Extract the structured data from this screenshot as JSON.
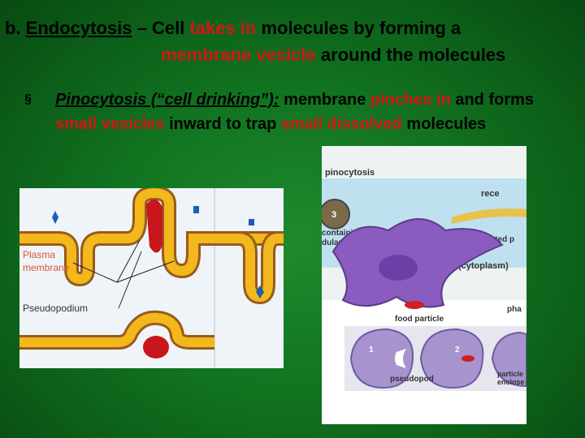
{
  "title": {
    "prefix": "b. ",
    "term": "Endocytosis",
    "dash_text": " – Cell ",
    "red1": "takes in",
    "mid": " molecules by forming a",
    "red2": "membrane vesicle",
    "end": " around the molecules"
  },
  "bullet": {
    "marker": "§",
    "term": "Pinocytosis (“cell drinking”):",
    "t1": "  membrane ",
    "red1": "pinches in",
    "t2": " and forms ",
    "red2": "small vesicles",
    "t3": " inward to trap ",
    "red3": "small dissolved",
    "t4": " molecules"
  },
  "figure_left": {
    "label_plasma_line1": "Plasma",
    "label_plasma_line2": "membrane",
    "label_pseudopodium": "Pseudopodium"
  },
  "figure_right": {
    "heading": "pinocytosis",
    "step3": "3",
    "containing": "containing",
    "dular": "dular",
    "rece": "rece",
    "coated": "coated p",
    "cytoplasm": "(cytoplasm)",
    "pha": "pha",
    "food_particle": "food particle",
    "step1": "1",
    "step2": "2",
    "pseudopod": "pseudopod",
    "particle": "particle",
    "enclose": "enclose"
  },
  "colors": {
    "background": "#117320",
    "highlight_red": "#d41515",
    "membrane_yellow": "#f2b81c",
    "membrane_brown": "#9a5a1e",
    "vesicle_red": "#c8161c",
    "particle_blue": "#1a5fb4",
    "cell_purple": "#8a5cc0"
  }
}
